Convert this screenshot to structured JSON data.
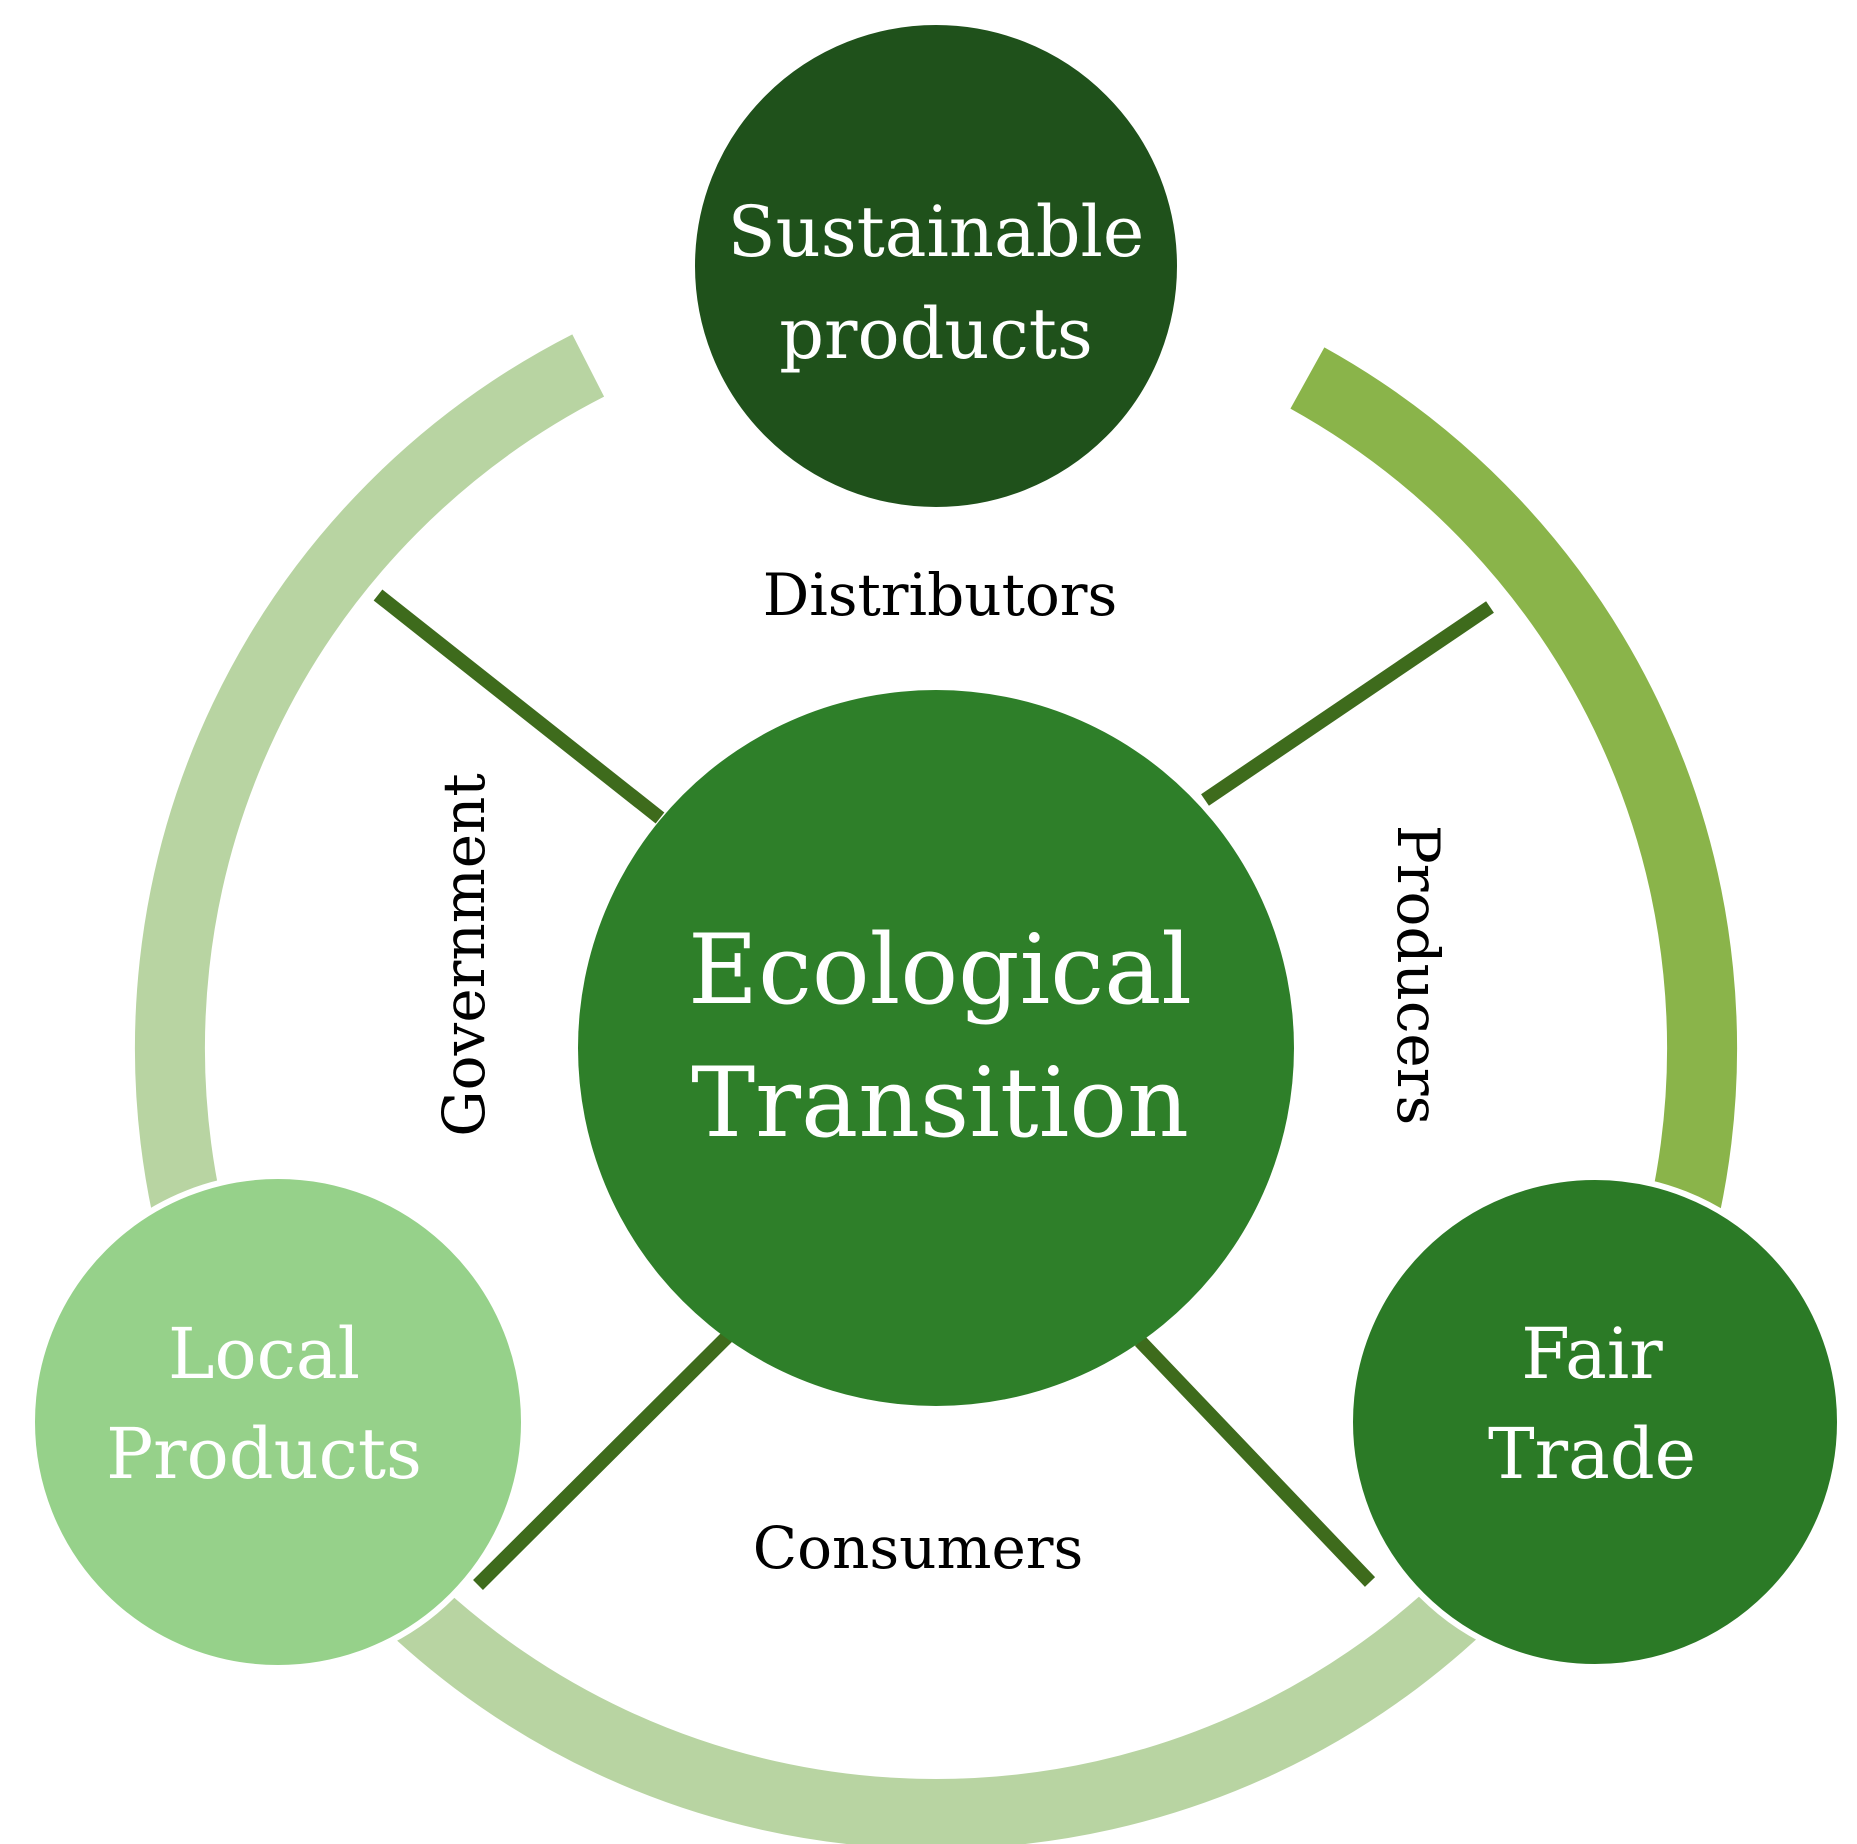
{
  "colors": {
    "background": "#ffffff",
    "ring_light": "#b8d4a2",
    "ring_bright": "#8ab44a",
    "spoke": "#3e6b1c",
    "center_fill": "#2e7f29",
    "sustainable_fill": "#1f511b",
    "fair_trade_fill": "#2b7a26",
    "local_fill": "#96d18a",
    "node_text": "#ffffff",
    "label_text": "#000000"
  },
  "center": {
    "line1": "Ecological",
    "line2": "Transition"
  },
  "nodes": {
    "sustainable": {
      "line1": "Sustainable",
      "line2": "products"
    },
    "local": {
      "line1": "Local",
      "line2": "Products"
    },
    "fair_trade": {
      "line1": "Fair",
      "line2": "Trade"
    }
  },
  "labels": {
    "distributors": "Distributors",
    "government": "Government",
    "producers": "Producers",
    "consumers": "Consumers"
  }
}
